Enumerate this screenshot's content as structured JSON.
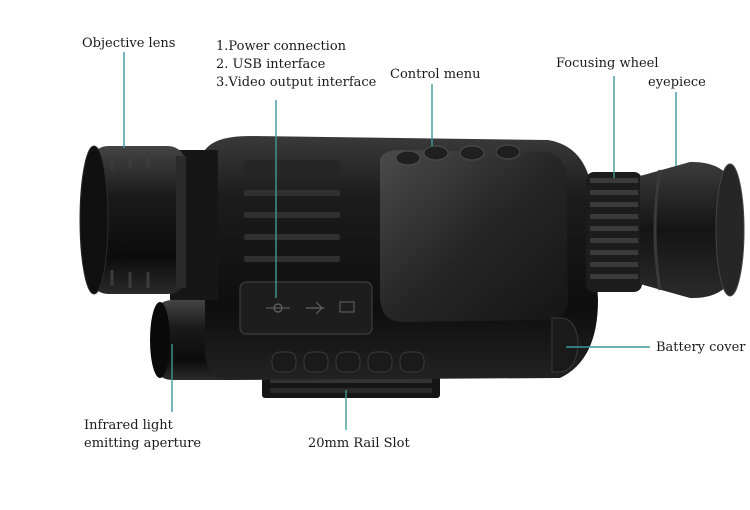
{
  "labels": {
    "objective_lens": "Objective lens",
    "power_connection": "1.Power connection",
    "usb_interface": "2. USB interface",
    "video_output": "3.Video output interface",
    "control_menu": "Control menu",
    "focusing_wheel": "Focusing wheel",
    "eyepiece": "eyepiece",
    "battery_cover": "Battery cover",
    "infrared_line1": "Infrared light",
    "infrared_line2": "emitting aperture",
    "rail_slot": "20mm Rail Slot"
  },
  "colors": {
    "leader_line": "#3d9a9a",
    "body_dark": "#111111",
    "body_mid": "#2a2a2a",
    "highlight": "#4a4a4a"
  }
}
